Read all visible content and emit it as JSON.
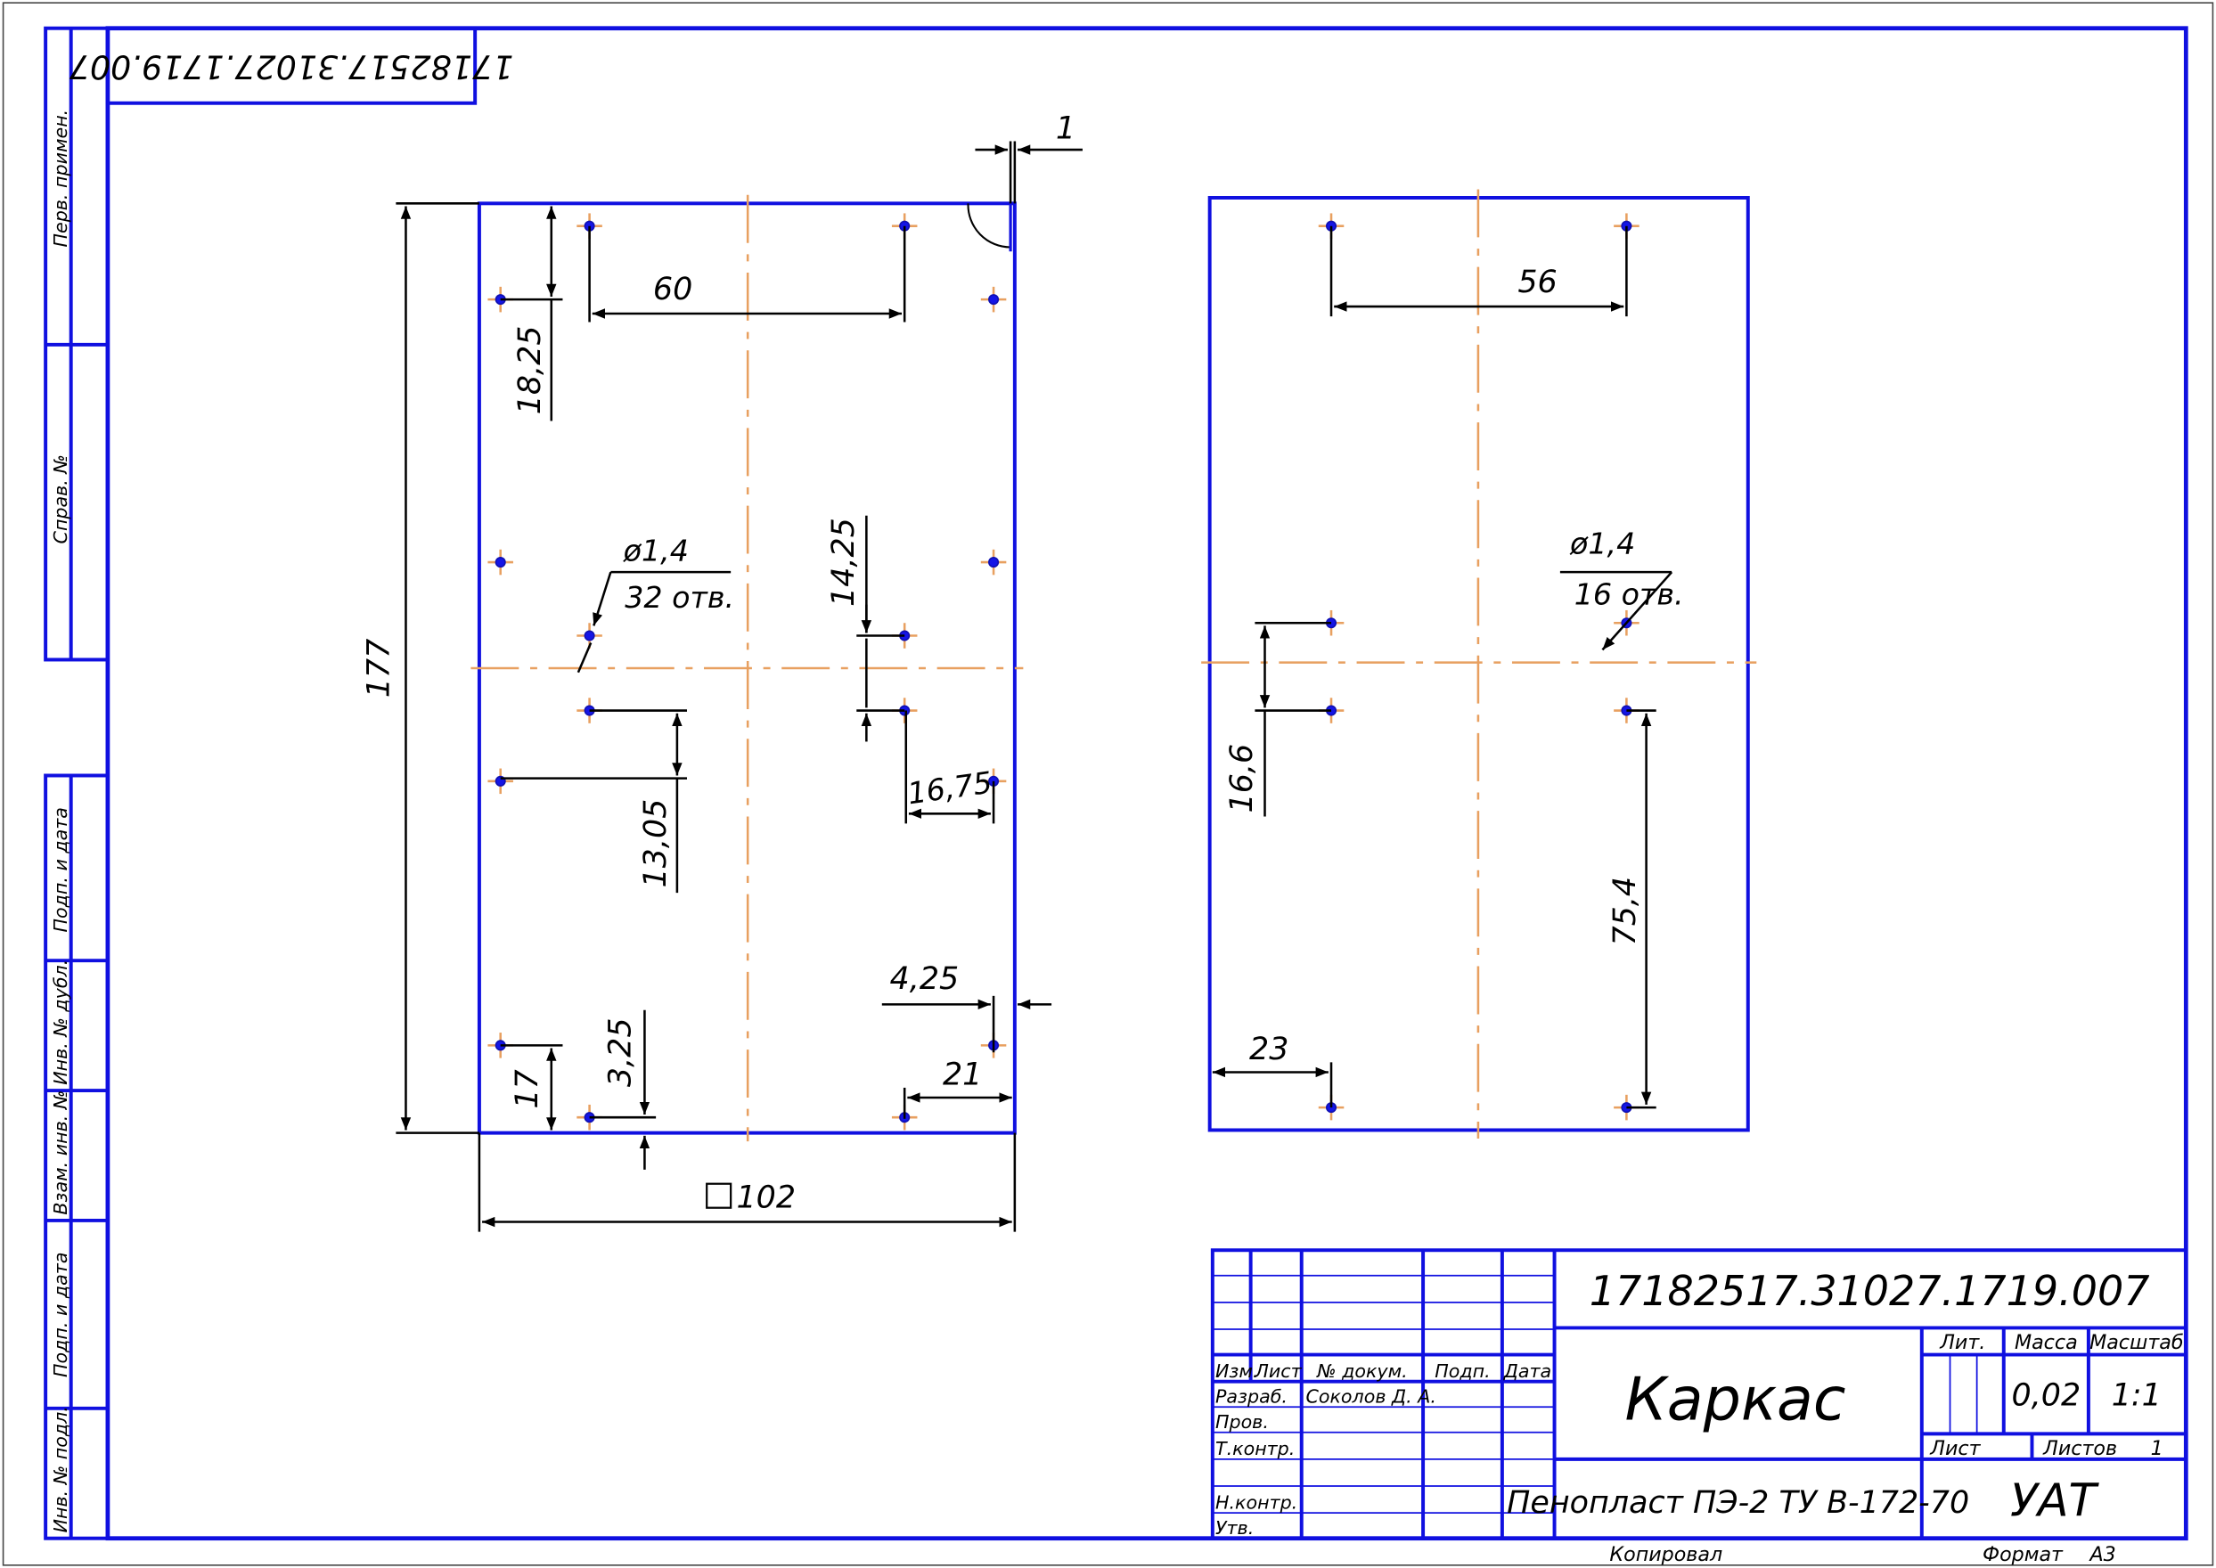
{
  "designation": "17182517.31027.1719.007",
  "mirrored_stamp": "17182517.31027.1719.007",
  "part_name": "Каркас",
  "material": "Пенопласт ПЭ-2  ТУ В-172-70",
  "organization": "УАТ",
  "title_block": {
    "col_izm": "Изм.",
    "col_list": "Лист",
    "col_docnum": "№ докум.",
    "col_podp": "Подп.",
    "col_date": "Дата",
    "row_razrab": "Разраб.",
    "row_razrab_name": "Соколов Д. А.",
    "row_prov": "Пров.",
    "row_tkontr": "Т.контр.",
    "row_nkontr": "Н.контр.",
    "row_utv": "Утв.",
    "lit_label": "Лит.",
    "mass_label": "Масса",
    "scale_label": "Масштаб",
    "mass_value": "0,02",
    "scale_value": "1:1",
    "sheet_label": "Лист",
    "sheets_label": "Листов",
    "sheets_value": "1"
  },
  "footer": {
    "copied": "Копировал",
    "format_label": "Формат",
    "format_value": "А3"
  },
  "side_labels": {
    "perv_primen": "Перв. примен.",
    "sprav_no": "Справ. №",
    "podp_data_1": "Подп. и дата",
    "inv_dubl": "Инв. № дубл.",
    "vzam_inv": "Взам. инв. №",
    "podp_data_2": "Подп. и дата",
    "inv_podl": "Инв. № подл."
  },
  "view1_dims": {
    "total_height": "177",
    "square_width": "102",
    "gap": "1",
    "hole_pitch_x": "60",
    "offset_top": "18,25",
    "hole_note_dia": "ø1,4",
    "hole_note_count": "32 отв.",
    "offset_mid": "14,25",
    "offset_left": "13,05",
    "offset_right": "16,75",
    "offset_edge": "4,25",
    "offset_bottom_left": "3,25",
    "offset_17": "17",
    "offset_21": "21"
  },
  "view2_dims": {
    "hole_pitch_x": "56",
    "hole_note_dia": "ø1,4",
    "hole_note_count": "16 отв.",
    "offset_16_6": "16,6",
    "offset_75_4": "75,4",
    "offset_23": "23"
  },
  "colors": {
    "frame": "#1010e0",
    "axis": "#e8a060",
    "hole": "#1515e6",
    "line": "#000000"
  }
}
